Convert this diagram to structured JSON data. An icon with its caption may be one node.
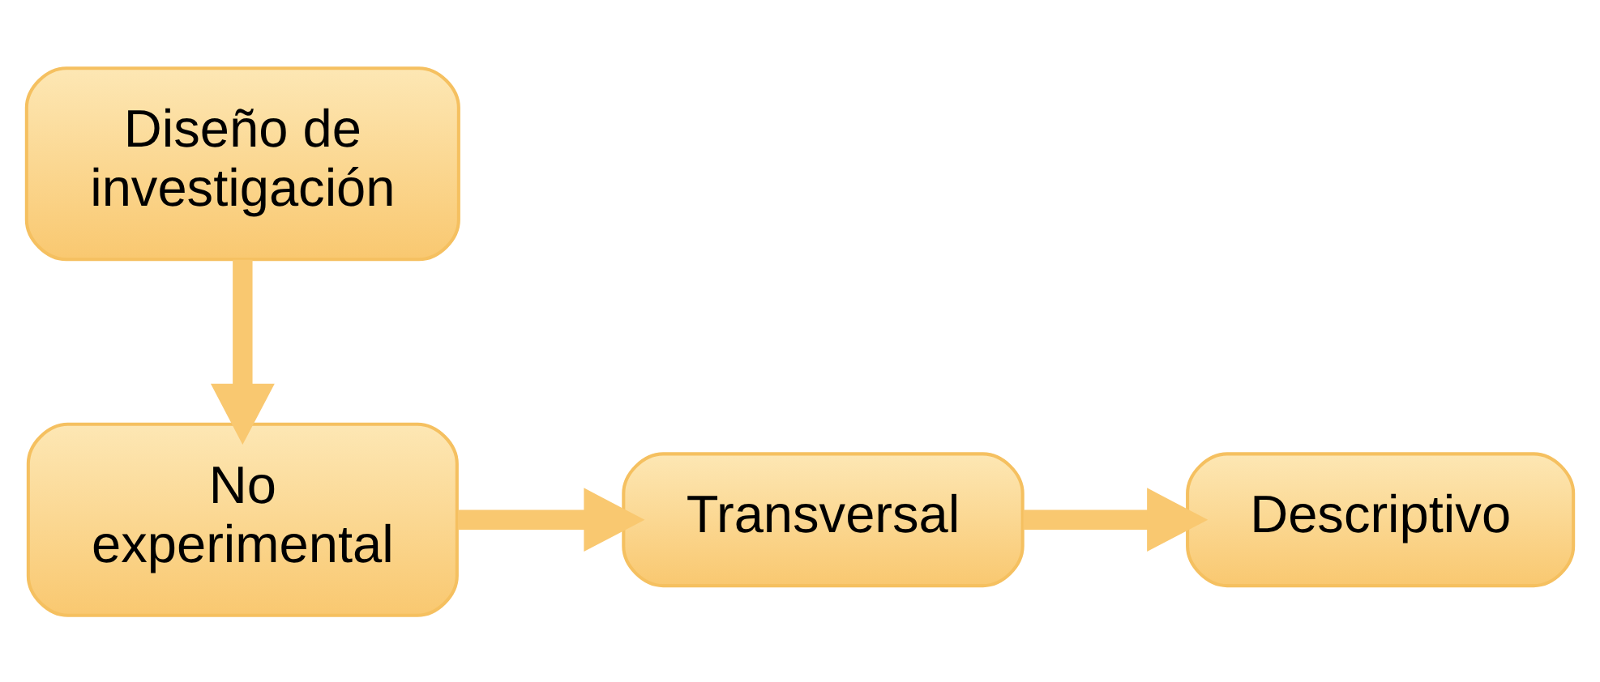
{
  "diagram": {
    "nodes": [
      {
        "text": [
          "Diseño de investigación"
        ]
      },
      {
        "text": [
          "No experimental"
        ]
      },
      {
        "text": [
          "Transversal"
        ]
      },
      {
        "text": [
          "Descriptivo"
        ]
      }
    ],
    "edges": [
      {
        "from": 0,
        "to": 1,
        "arrow": "to"
      },
      {
        "from": 1,
        "to": 2,
        "arrow": "to"
      },
      {
        "from": 2,
        "to": 3,
        "arrow": "to"
      }
    ]
  }
}
